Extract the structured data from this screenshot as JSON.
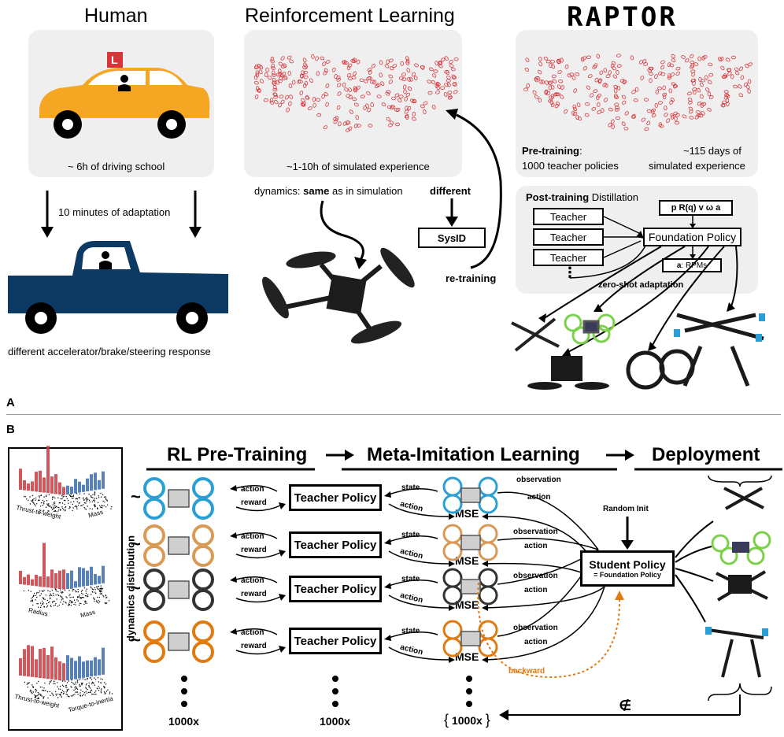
{
  "panelA": {
    "human_title": "Human",
    "rl_title": "Reinforcement Learning",
    "raptor_logo": "RAPTOR",
    "l_plate": "L",
    "human_caption": "~ 6h of driving school",
    "adaptation_label": "10 minutes of adaptation",
    "truck_caption": "different accelerator/brake/steering response",
    "rl_caption": "~1-10h of simulated experience",
    "dynamics_prefix": "dynamics: ",
    "dynamics_same": "same",
    "dynamics_suffix": " as in simulation",
    "different": "different",
    "sysid": "SysID",
    "retraining": "re-training",
    "pretraining_bold": "Pre-training",
    "pretraining_rest": ":",
    "pretraining_line2": "1000 teacher policies",
    "days_line1": "~115 days of",
    "days_line2": "simulated experience",
    "post_bold": "Post-training",
    "post_rest": " Distillation",
    "teachers": [
      "Teacher",
      "Teacher",
      "Teacher"
    ],
    "dots": "⋮",
    "obs_box": "p R(q) v ω a",
    "foundation_policy": "Foundation Policy",
    "rpm_bold": "a",
    "rpm_rest": " : RPMs",
    "zero_shot": "zero-shot adaptation",
    "label_A": "A"
  },
  "panelB": {
    "label_B": "B",
    "dynamics_distribution": "dynamics distribution",
    "hist_labels": [
      {
        "x": "Thrust-to-weight",
        "y": "Mass"
      },
      {
        "x": "Radius",
        "y": "Mass"
      },
      {
        "x": "Thrust-to-weight",
        "y": "Torque-to-inertia"
      }
    ],
    "headers": [
      "RL Pre-Training",
      "Meta-Imitation Learning",
      "Deployment"
    ],
    "tilde": "~",
    "action": "action",
    "reward": "reward",
    "state": "state",
    "teacher_policy": "Teacher Policy",
    "mse": "MSE",
    "observation": "observation",
    "random_init": "Random Init",
    "student_policy": "Student Policy",
    "student_sub": "= Foundation Policy",
    "backward": "backward",
    "count_left": "1000x",
    "count_mid": "1000x",
    "count_right": "1000x",
    "not_in": "∉"
  },
  "colors": {
    "red_accent": "#d8343a",
    "car_orange": "#f5a623",
    "truck_navy": "#0d3a63",
    "backward_orange": "#e07b12",
    "panel_gray": "#efefef"
  }
}
